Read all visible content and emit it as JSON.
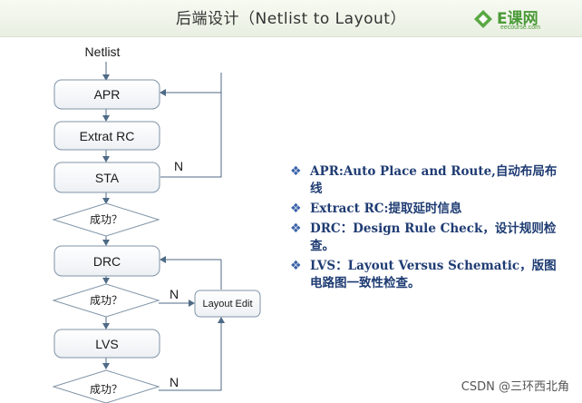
{
  "title": "后端设计（Netlist to Layout）",
  "logo": {
    "name": "E课网",
    "sub": "eecourse.com",
    "icon": "diamond-logo-icon"
  },
  "flow": {
    "start": "Netlist",
    "steps": [
      "APR",
      "Extrat RC",
      "STA",
      "DRC",
      "LVS"
    ],
    "decisions": [
      "成功？",
      "成功？",
      "成功？"
    ],
    "no_label": "N",
    "side_box": "Layout Edit"
  },
  "notes": [
    "APR:Auto Place and Route,自动布局布线",
    "Extract RC:提取延时信息",
    "DRC：Design Rule Check，设计规则检查。",
    "LVS：Layout Versus Schematic，版图电路图一致性检查。"
  ],
  "watermark": "CSDN @三环西北角",
  "colors": {
    "box_border": "#7f93a6",
    "note_text": "#1f3c73",
    "arrow": "#4f6a86"
  }
}
